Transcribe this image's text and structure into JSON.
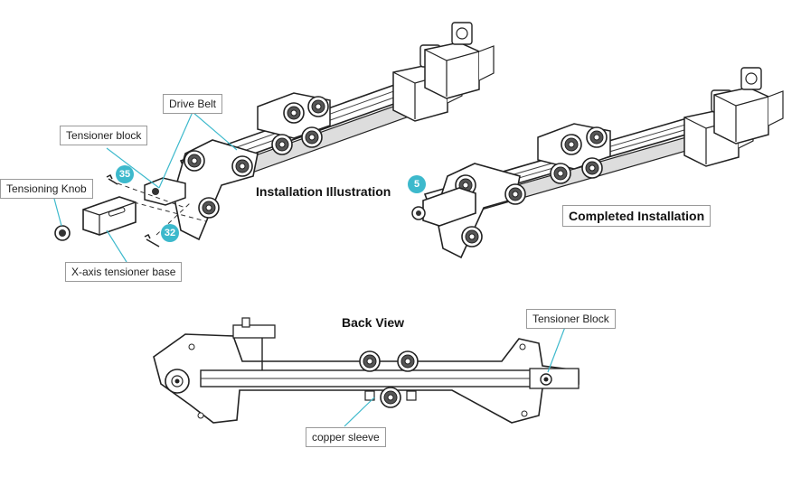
{
  "labels": {
    "drive_belt": "Drive Belt",
    "tensioner_block_top": "Tensioner block",
    "tensioning_knob": "Tensioning Knob",
    "x_axis_tensioner_base": "X-axis tensioner base",
    "tensioner_block_back": "Tensioner Block",
    "copper_sleeve": "copper sleeve"
  },
  "titles": {
    "installation": "Installation Illustration",
    "completed": "Completed Installation",
    "back_view": "Back View"
  },
  "badges": {
    "screw_35": "35",
    "screw_32": "32",
    "step_5": "5"
  },
  "colors": {
    "accent": "#3db9cc",
    "line": "#222222",
    "label_border": "#9a9a9a"
  }
}
